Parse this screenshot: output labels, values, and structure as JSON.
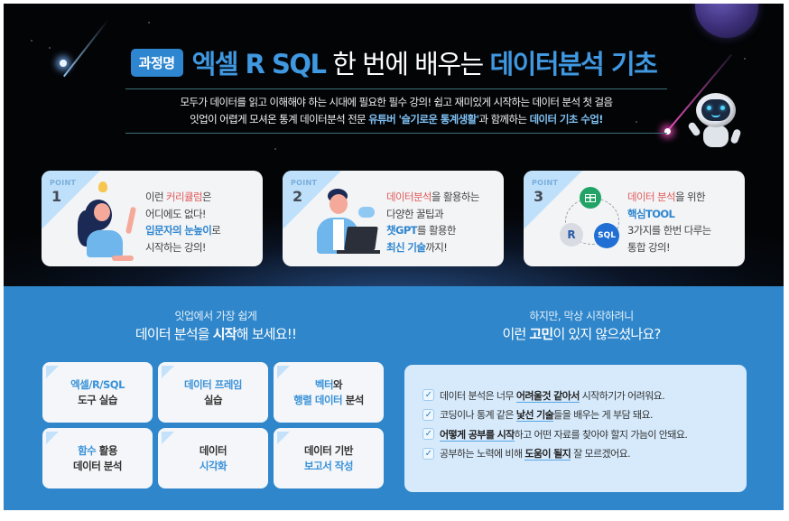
{
  "hero": {
    "badge": "과정명",
    "title_parts": [
      {
        "text": "엑셀 R SQL",
        "highlight": true
      },
      {
        "text": " 한 번에 배우는 ",
        "highlight": false
      },
      {
        "text": "데이터분석 기초",
        "highlight": true
      }
    ],
    "subtitle_line1": "모두가 데이터를 읽고 이해해야 하는 시대에 필요한 필수 강의! 쉽고 재미있게 시작하는 데이터 분석 첫 걸음",
    "subtitle_line2_parts": [
      {
        "text": "잇업이 어렵게 모셔온 통계 데이터분석 전문 ",
        "highlight": false
      },
      {
        "text": "유튜버 '슬기로운 통계생활'",
        "highlight": true
      },
      {
        "text": "과 함께하는 ",
        "highlight": false
      },
      {
        "text": "데이터 기초 수업!",
        "highlight": true
      }
    ]
  },
  "points": [
    {
      "label": "POINT",
      "number": "1",
      "illustration": "woman-pointing-lightbulb-icon",
      "lines": [
        [
          {
            "t": "이런 ",
            "s": ""
          },
          {
            "t": "커리큘럼",
            "s": "red"
          },
          {
            "t": "은",
            "s": ""
          }
        ],
        [
          {
            "t": "어디에도 없다!",
            "s": ""
          }
        ],
        [
          {
            "t": "입문자의 눈높이",
            "s": "blue"
          },
          {
            "t": "로",
            "s": ""
          }
        ],
        [
          {
            "t": "시작하는 강의!",
            "s": ""
          }
        ]
      ]
    },
    {
      "label": "POINT",
      "number": "2",
      "illustration": "man-with-laptop-icon",
      "lines": [
        [
          {
            "t": "데이터분석",
            "s": "red"
          },
          {
            "t": "을 활용하는",
            "s": ""
          }
        ],
        [
          {
            "t": "다양한 꿀팁과",
            "s": ""
          }
        ],
        [
          {
            "t": "챗GPT",
            "s": "blue"
          },
          {
            "t": "를 활용한",
            "s": ""
          }
        ],
        [
          {
            "t": "최신 기술",
            "s": "blue"
          },
          {
            "t": "까지!",
            "s": ""
          }
        ]
      ]
    },
    {
      "label": "POINT",
      "number": "3",
      "illustration": "excel-r-sql-cycle-icon",
      "tools": [
        "R",
        "SQL"
      ],
      "lines": [
        [
          {
            "t": "데이터 분석",
            "s": "red"
          },
          {
            "t": "을 위한",
            "s": ""
          }
        ],
        [
          {
            "t": "핵심TOOL",
            "s": "blue"
          }
        ],
        [
          {
            "t": "3가지를 한번 다루는",
            "s": ""
          }
        ],
        [
          {
            "t": "통합 강의!",
            "s": ""
          }
        ]
      ]
    }
  ],
  "left_section": {
    "small": "잇업에서 가장 쉽게",
    "big_parts": [
      {
        "text": "데이터 분석을 ",
        "bold": false
      },
      {
        "text": "시작",
        "bold": true
      },
      {
        "text": "해 보세요!!",
        "bold": false
      }
    ],
    "topics": [
      {
        "line1": [
          {
            "t": "엑셀/R/SQL",
            "b": true
          }
        ],
        "line2": [
          {
            "t": "도구 실습",
            "b": false
          }
        ]
      },
      {
        "line1": [
          {
            "t": "데이터 프레임",
            "b": true
          }
        ],
        "line2": [
          {
            "t": "실습",
            "b": false
          }
        ]
      },
      {
        "line1": [
          {
            "t": "벡터",
            "b": true
          },
          {
            "t": "와",
            "b": false
          }
        ],
        "line2": [
          {
            "t": "행렬 데이터",
            "b": true
          },
          {
            "t": " 분석",
            "b": false
          }
        ]
      },
      {
        "line1": [
          {
            "t": "함수",
            "b": true
          },
          {
            "t": " 활용",
            "b": false
          }
        ],
        "line2": [
          {
            "t": "데이터 분석",
            "b": false
          }
        ]
      },
      {
        "line1": [
          {
            "t": "데이터",
            "b": false
          }
        ],
        "line2": [
          {
            "t": "시각화",
            "b": true
          }
        ]
      },
      {
        "line1": [
          {
            "t": "데이터 기반",
            "b": false
          }
        ],
        "line2": [
          {
            "t": "보고서 작성",
            "b": true
          }
        ]
      }
    ]
  },
  "right_section": {
    "small": "하지만, 막상 시작하려니",
    "big_parts": [
      {
        "text": "이런 ",
        "bold": false
      },
      {
        "text": "고민",
        "bold": true
      },
      {
        "text": "이 있지 않으셨나요?",
        "bold": false
      }
    ],
    "concerns": [
      [
        {
          "t": "데이터 분석은 너무 ",
          "em": false
        },
        {
          "t": "어려울것 같아서",
          "em": true
        },
        {
          "t": " 시작하기가 어려워요.",
          "em": false
        }
      ],
      [
        {
          "t": "코딩이나 통계 같은 ",
          "em": false
        },
        {
          "t": "낯선 기술",
          "em": true
        },
        {
          "t": "들을 배우는 게 부담 돼요.",
          "em": false
        }
      ],
      [
        {
          "t": "어떻게 공부를 시작",
          "em": true
        },
        {
          "t": "하고 어떤 자료를 찾아야 할지 가늠이 안돼요.",
          "em": false
        }
      ],
      [
        {
          "t": "공부하는 노력에 비해 ",
          "em": false
        },
        {
          "t": "도움이 될지",
          "em": true
        },
        {
          "t": " 잘 모르겠어요.",
          "em": false
        }
      ]
    ],
    "checkbox_glyph": "✓"
  },
  "colors": {
    "accent_blue": "#2f86d0",
    "highlight_red": "#e05a5a",
    "section_blue": "#2f86ca",
    "hero_bg": "#030406"
  }
}
